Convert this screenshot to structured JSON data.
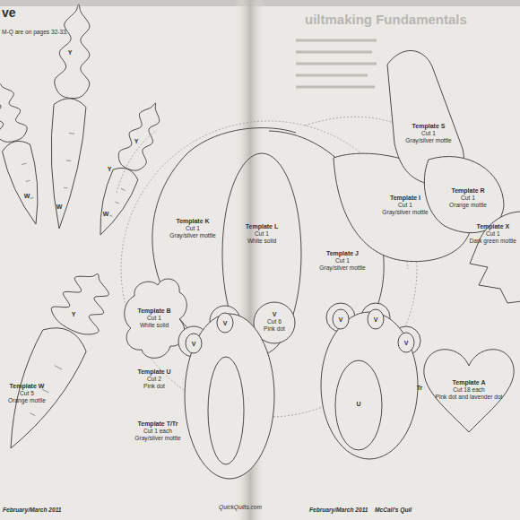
{
  "diagram": {
    "nodes": [
      {
        "text": [
          "Template S",
          "Cut 1",
          "Gray/silver mottle"
        ]
      },
      {
        "text": [
          "Template I",
          "Cut 1",
          "Gray/silver mottle"
        ]
      },
      {
        "text": [
          "Template R",
          "Cut 1",
          "Orange mottle"
        ]
      },
      {
        "text": [
          "Template K",
          "Cut 1",
          "Gray/silver mottle"
        ]
      },
      {
        "text": [
          "Template L",
          "Cut 1",
          "White solid"
        ]
      },
      {
        "text": [
          "Template J",
          "Cut 1",
          "Gray/silver mottle"
        ]
      },
      {
        "text": [
          "Template X",
          "Cut 1",
          "Dark green mottle"
        ]
      },
      {
        "text": [
          "Template B",
          "Cut 1",
          "White solid"
        ]
      },
      {
        "text": [
          "V",
          "Cut 6",
          "Pink dot"
        ]
      },
      {
        "text": [
          "Template U",
          "Cut 2",
          "Pink dot"
        ]
      },
      {
        "text": [
          "Template T/Tr",
          "Cut 1 each",
          "Gray/silver mottle"
        ]
      },
      {
        "text": [
          "Template A",
          "Cut 18 each",
          "Pink dot and lavender dot"
        ]
      },
      {
        "text": [
          "Template W",
          "Cut 5",
          "Orange mottle"
        ]
      }
    ],
    "labels": [
      "ve",
      "M-Q are on pages 32-33.",
      "uiltmaking Fundamentals",
      "Y",
      "Y",
      "Y",
      "W",
      "W",
      "W",
      "Y",
      "V",
      "V",
      "V",
      "V",
      "V",
      "U",
      "Tr",
      "February/March 2011",
      "QuickQuilts.com",
      "February/March 2011",
      "McCall's Quil"
    ]
  }
}
